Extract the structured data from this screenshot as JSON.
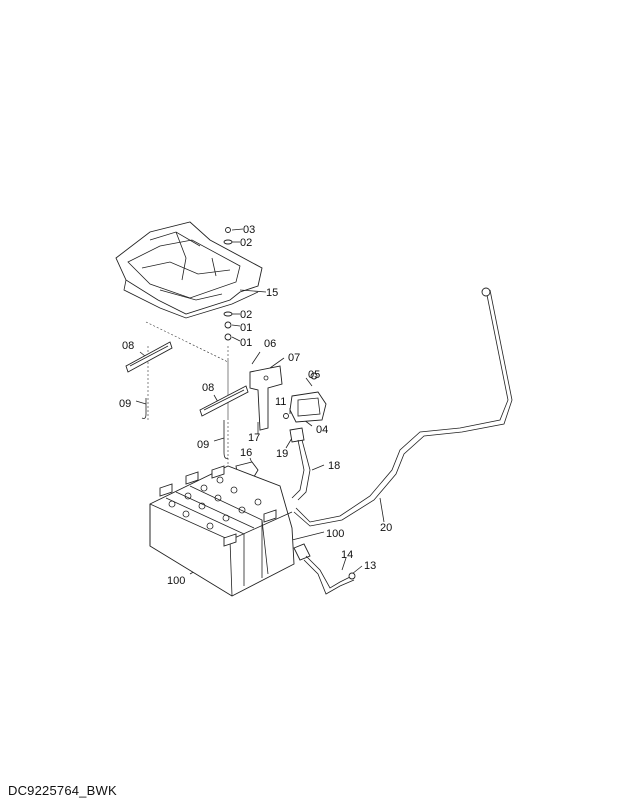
{
  "drawing_id": "DC9225764_BWK",
  "callouts": {
    "c03": "03",
    "c02a": "02",
    "c15": "15",
    "c02b": "02",
    "c01a": "01",
    "c01b": "01",
    "c08a": "08",
    "c06": "06",
    "c07": "07",
    "c05": "05",
    "c08b": "08",
    "c09a": "09",
    "c11": "11",
    "c04": "04",
    "c17": "17",
    "c09b": "09",
    "c19": "19",
    "c16": "16",
    "c18": "18",
    "c20": "20",
    "c100a": "100",
    "c14": "14",
    "c13": "13",
    "c100b": "100"
  }
}
